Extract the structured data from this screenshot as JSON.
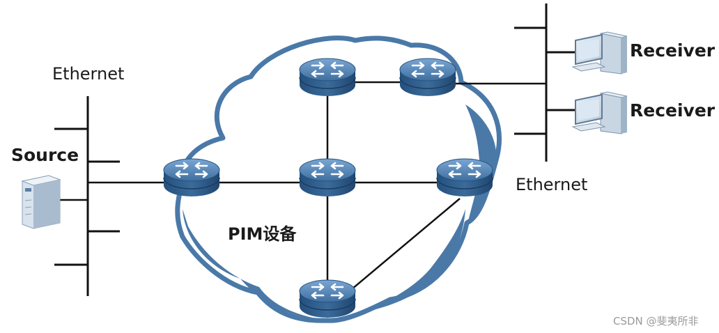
{
  "labels": {
    "ethernet_left": "Ethernet",
    "ethernet_right": "Ethernet",
    "source": "Source",
    "receiver_1": "Receiver",
    "receiver_2": "Receiver",
    "pim_devices": "PIM设备"
  },
  "watermark": "CSDN @斐夷所非",
  "colors": {
    "cloud_border": "#4a79a8",
    "router_body": "#2f5f8f",
    "router_top": "#5d8fc0",
    "link": "#111111"
  },
  "icons": {
    "router": "router-icon",
    "server": "server-icon",
    "workstation": "workstation-icon"
  }
}
